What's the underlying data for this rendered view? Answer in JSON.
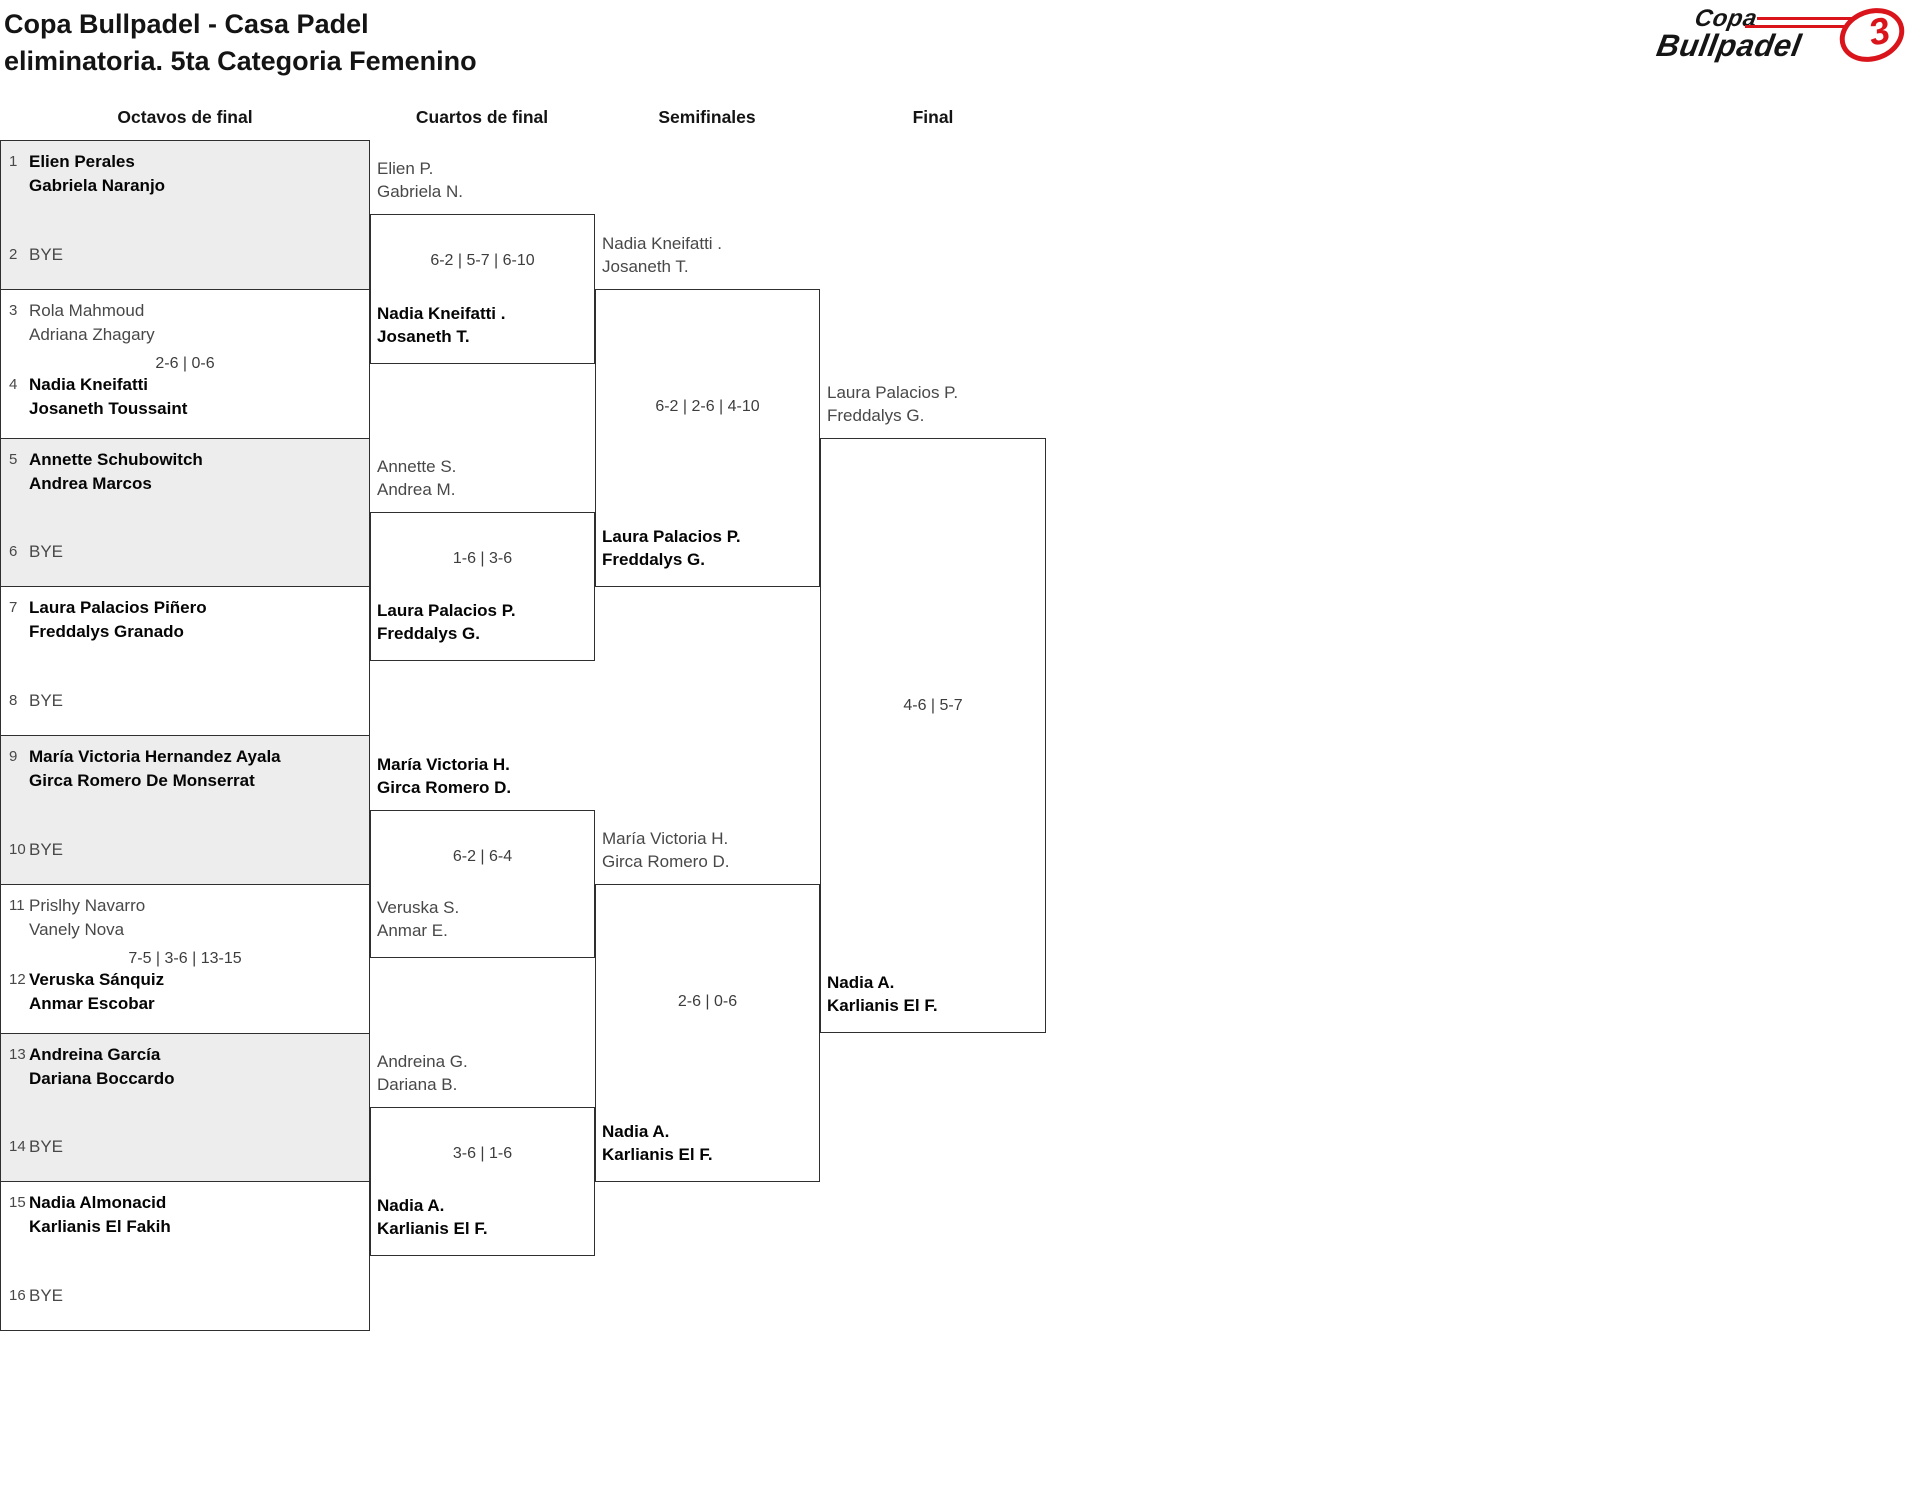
{
  "title": {
    "line1": "Copa Bullpadel - Casa Padel",
    "line2": "eliminatoria. 5ta Categoria Femenino"
  },
  "logo": {
    "word_top": "Copa",
    "word_bottom": "Bullpadel",
    "mark": "3"
  },
  "colors": {
    "accent-red": "#d9141b",
    "box-gray": "#ededed",
    "line-dark": "#2f2f2f",
    "text-regular": "#484848"
  },
  "headers": [
    "Octavos de final",
    "Cuartos de final",
    "Semifinales",
    "Final"
  ],
  "octavos": [
    {
      "seed1": "1",
      "team1": [
        "Elien Perales",
        "Gabriela Naranjo"
      ],
      "score": "",
      "seed2": "2",
      "team2": [
        "BYE"
      ]
    },
    {
      "seed1": "3",
      "team1": [
        "Rola Mahmoud",
        "Adriana Zhagary"
      ],
      "score": "2-6 | 0-6",
      "seed2": "4",
      "team2": [
        "Nadia Kneifatti",
        "Josaneth Toussaint"
      ]
    },
    {
      "seed1": "5",
      "team1": [
        "Annette Schubowitch",
        "Andrea Marcos"
      ],
      "score": "",
      "seed2": "6",
      "team2": [
        "BYE"
      ]
    },
    {
      "seed1": "7",
      "team1": [
        "Laura Palacios Piñero",
        "Freddalys Granado"
      ],
      "score": "",
      "seed2": "8",
      "team2": [
        "BYE"
      ]
    },
    {
      "seed1": "9",
      "team1": [
        "María Victoria Hernandez Ayala",
        "Girca Romero De Monserrat"
      ],
      "score": "",
      "seed2": "10",
      "team2": [
        "BYE"
      ]
    },
    {
      "seed1": "11",
      "team1": [
        "Prislhy Navarro",
        "Vanely Nova"
      ],
      "score": "7-5 | 3-6 | 13-15",
      "seed2": "12",
      "team2": [
        "Veruska Sánquiz",
        "Anmar Escobar"
      ]
    },
    {
      "seed1": "13",
      "team1": [
        "Andreina García",
        "Dariana Boccardo"
      ],
      "score": "",
      "seed2": "14",
      "team2": [
        "BYE"
      ]
    },
    {
      "seed1": "15",
      "team1": [
        "Nadia Almonacid",
        "Karlianis El Fakih"
      ],
      "score": "",
      "seed2": "16",
      "team2": [
        "BYE"
      ]
    }
  ],
  "cuartos": [
    {
      "team1": [
        "Elien P.",
        "Gabriela N."
      ],
      "score": "6-2 | 5-7 | 6-10",
      "team2": [
        "Nadia Kneifatti .",
        "Josaneth T."
      ]
    },
    {
      "team1": [
        "Annette S.",
        "Andrea M."
      ],
      "score": "1-6 | 3-6",
      "team2": [
        "Laura Palacios P.",
        "Freddalys G."
      ]
    },
    {
      "team1": [
        "María Victoria H.",
        "Girca Romero D."
      ],
      "score": "6-2 | 6-4",
      "team2": [
        "Veruska S.",
        "Anmar E."
      ]
    },
    {
      "team1": [
        "Andreina G.",
        "Dariana B."
      ],
      "score": "3-6 | 1-6",
      "team2": [
        "Nadia A.",
        "Karlianis El F."
      ]
    }
  ],
  "semifinales": [
    {
      "team1": [
        "Nadia Kneifatti .",
        "Josaneth T."
      ],
      "score": "6-2 | 2-6 | 4-10",
      "team2": [
        "Laura Palacios P.",
        "Freddalys G."
      ]
    },
    {
      "team1": [
        "María Victoria H.",
        "Girca Romero D."
      ],
      "score": "2-6 | 0-6",
      "team2": [
        "Nadia A.",
        "Karlianis El F."
      ]
    }
  ],
  "final": {
    "team1": [
      "Laura Palacios P.",
      "Freddalys G."
    ],
    "score": "4-6 | 5-7",
    "team2": [
      "Nadia A.",
      "Karlianis El F."
    ]
  }
}
